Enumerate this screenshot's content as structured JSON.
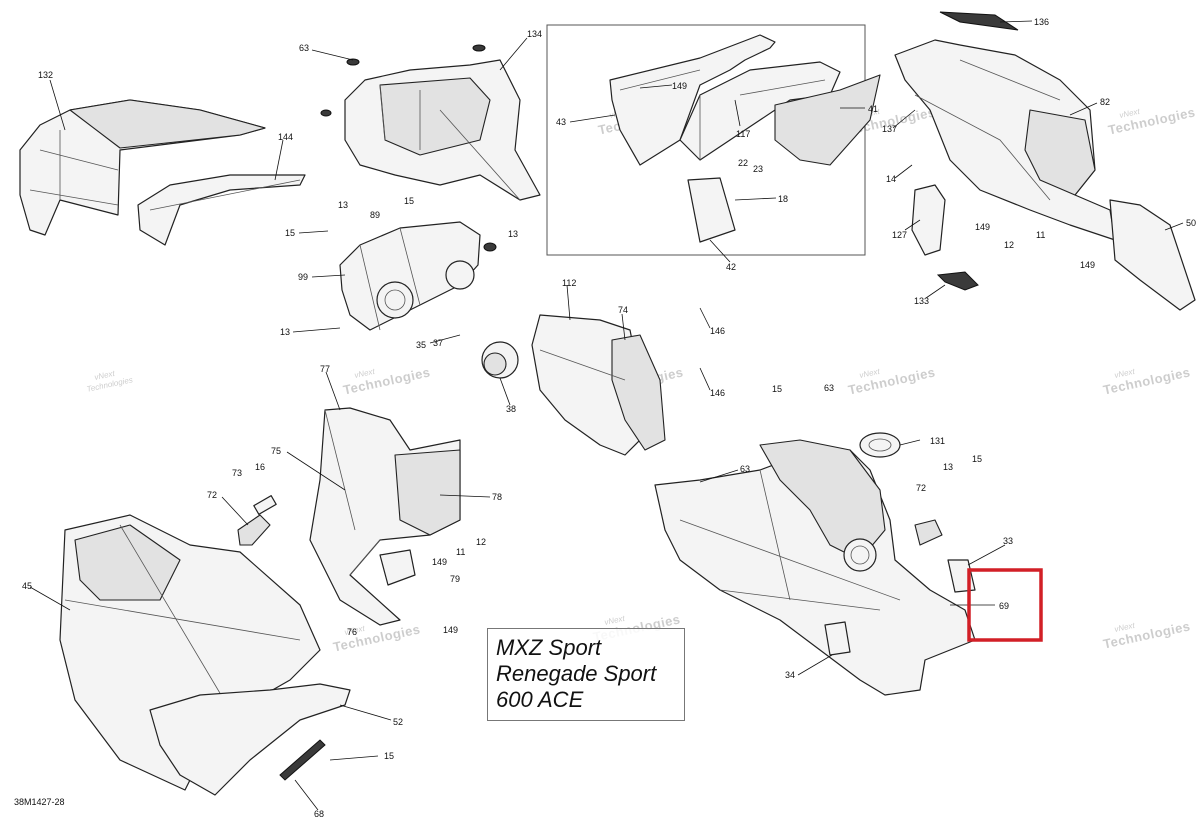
{
  "diagram": {
    "model_lines": [
      "MXZ Sport",
      "Renegade Sport",
      "600 ACE"
    ],
    "reference_code": "38M1427-28",
    "watermark": {
      "line1": "vNext",
      "line2": "Technologies",
      "color": "#bdbdbd"
    },
    "highlight_color": "#d21f26",
    "highlighted_callout": "69"
  },
  "callouts": [
    "132",
    "144",
    "63",
    "134",
    "149",
    "43",
    "117",
    "41",
    "22",
    "23",
    "18",
    "42",
    "136",
    "82",
    "137",
    "14",
    "127",
    "149",
    "12",
    "11",
    "149",
    "50",
    "133",
    "15",
    "13",
    "89",
    "15",
    "13",
    "99",
    "13",
    "37",
    "35",
    "38",
    "112",
    "74",
    "146",
    "146",
    "15",
    "63",
    "131",
    "77",
    "75",
    "78",
    "73",
    "16",
    "72",
    "12",
    "11",
    "149",
    "79",
    "76",
    "149",
    "45",
    "52",
    "15",
    "68",
    "63",
    "13",
    "15",
    "72",
    "33",
    "69",
    "34"
  ]
}
